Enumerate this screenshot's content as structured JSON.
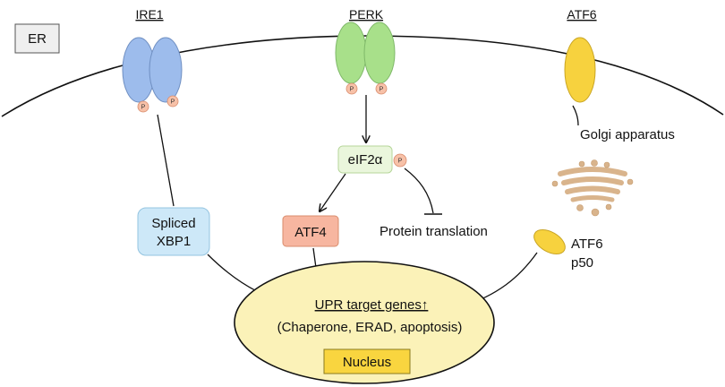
{
  "compartment_label": "ER",
  "receptors": {
    "ire1": "IRE1",
    "perk": "PERK",
    "atf6": "ATF6"
  },
  "phospho_label": "P",
  "nodes": {
    "eif2a": "eIF2α",
    "spliced_xbp1_line1": "Spliced",
    "spliced_xbp1_line2": "XBP1",
    "atf4": "ATF4",
    "protein_translation": "Protein translation",
    "golgi": "Golgi apparatus",
    "atf6_p50_line1": "ATF6",
    "atf6_p50_line2": "p50"
  },
  "nucleus": {
    "target_genes": "UPR target genes↑",
    "target_list": "(Chaperone, ERAD, apoptosis)",
    "label": "Nucleus"
  },
  "colors": {
    "ire1": "#9dbcec",
    "perk": "#a8e08a",
    "atf6": "#f7d23e",
    "phospho": "#f7c1a8",
    "eif2a_box": "#eaf6dc",
    "xbp1_box": "#cde8f8",
    "atf4_box": "#f7b6a0",
    "nucleus_fill": "#fbf2b8",
    "nucleus_label_fill": "#f9d53f",
    "golgi": "#d9b48c"
  }
}
